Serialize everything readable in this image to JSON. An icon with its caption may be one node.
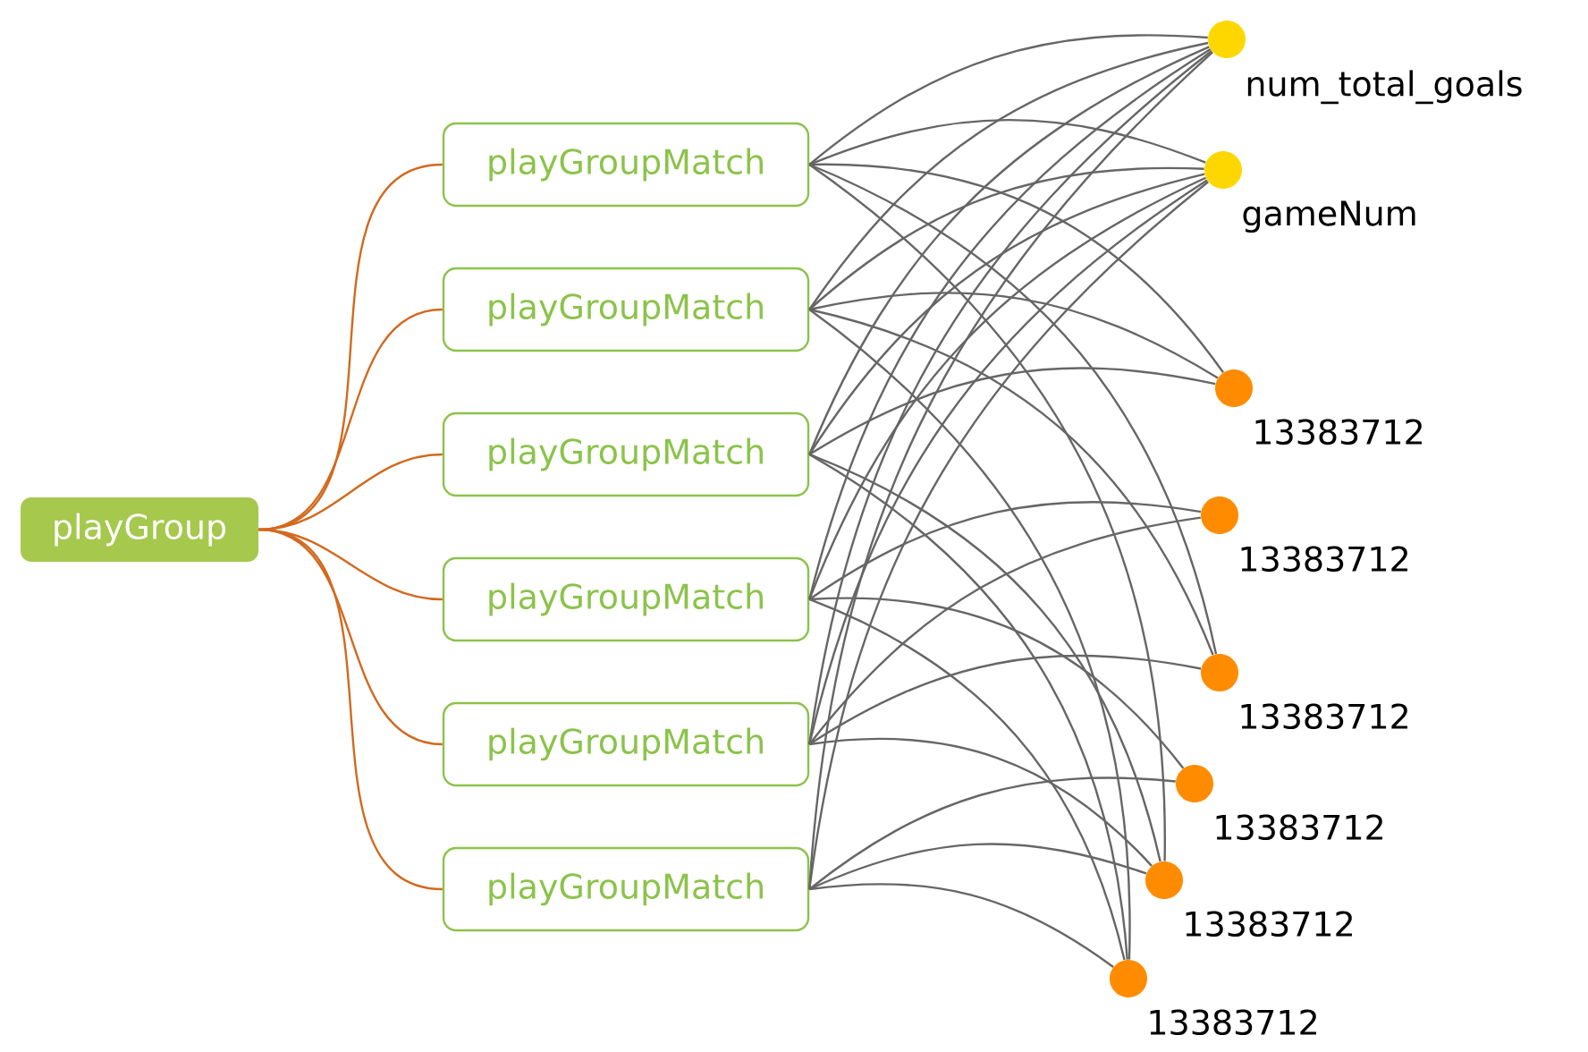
{
  "diagram": {
    "nodes": [
      {
        "text": [
          "playGroup"
        ]
      },
      {
        "text": [
          "playGroupMatch"
        ]
      },
      {
        "text": [
          "playGroupMatch"
        ]
      },
      {
        "text": [
          "playGroupMatch"
        ]
      },
      {
        "text": [
          "playGroupMatch"
        ]
      },
      {
        "text": [
          "playGroupMatch"
        ]
      },
      {
        "text": [
          "playGroupMatch"
        ]
      },
      {
        "text": [
          "num_total_goals"
        ]
      },
      {
        "text": [
          "gameNum"
        ]
      },
      {
        "text": [
          "13383712"
        ]
      },
      {
        "text": [
          "13383712"
        ]
      },
      {
        "text": [
          "13383712"
        ]
      },
      {
        "text": [
          "13383712"
        ]
      },
      {
        "text": [
          "13383712"
        ]
      },
      {
        "text": [
          "13383712"
        ]
      }
    ],
    "edges": [
      {
        "from": 0,
        "to": 1,
        "arrow": "none",
        "color": "#d2691e"
      },
      {
        "from": 0,
        "to": 2,
        "arrow": "none",
        "color": "#d2691e"
      },
      {
        "from": 0,
        "to": 3,
        "arrow": "none",
        "color": "#d2691e"
      },
      {
        "from": 0,
        "to": 4,
        "arrow": "none",
        "color": "#d2691e"
      },
      {
        "from": 0,
        "to": 5,
        "arrow": "none",
        "color": "#d2691e"
      },
      {
        "from": 0,
        "to": 6,
        "arrow": "none",
        "color": "#d2691e"
      },
      {
        "from": 1,
        "to": 7,
        "arrow": "none"
      },
      {
        "from": 1,
        "to": 8,
        "arrow": "none"
      },
      {
        "from": 2,
        "to": 7,
        "arrow": "none"
      },
      {
        "from": 2,
        "to": 8,
        "arrow": "none"
      },
      {
        "from": 3,
        "to": 7,
        "arrow": "none"
      },
      {
        "from": 3,
        "to": 8,
        "arrow": "none"
      },
      {
        "from": 4,
        "to": 7,
        "arrow": "none"
      },
      {
        "from": 4,
        "to": 8,
        "arrow": "none"
      },
      {
        "from": 5,
        "to": 7,
        "arrow": "none"
      },
      {
        "from": 5,
        "to": 8,
        "arrow": "none"
      },
      {
        "from": 6,
        "to": 7,
        "arrow": "none"
      },
      {
        "from": 6,
        "to": 8,
        "arrow": "none"
      },
      {
        "from": 1,
        "to": 9,
        "arrow": "none"
      },
      {
        "from": 1,
        "to": 11,
        "arrow": "none"
      },
      {
        "from": 1,
        "to": 13,
        "arrow": "none"
      },
      {
        "from": 2,
        "to": 9,
        "arrow": "none"
      },
      {
        "from": 2,
        "to": 11,
        "arrow": "none"
      },
      {
        "from": 2,
        "to": 14,
        "arrow": "none"
      },
      {
        "from": 3,
        "to": 9,
        "arrow": "none"
      },
      {
        "from": 3,
        "to": 13,
        "arrow": "none"
      },
      {
        "from": 3,
        "to": 14,
        "arrow": "none"
      },
      {
        "from": 4,
        "to": 10,
        "arrow": "none"
      },
      {
        "from": 4,
        "to": 12,
        "arrow": "none"
      },
      {
        "from": 4,
        "to": 14,
        "arrow": "none"
      },
      {
        "from": 5,
        "to": 10,
        "arrow": "none"
      },
      {
        "from": 5,
        "to": 11,
        "arrow": "none"
      },
      {
        "from": 5,
        "to": 13,
        "arrow": "none"
      },
      {
        "from": 6,
        "to": 12,
        "arrow": "none"
      },
      {
        "from": 6,
        "to": 13,
        "arrow": "none"
      },
      {
        "from": 6,
        "to": 14,
        "arrow": "none"
      }
    ]
  }
}
